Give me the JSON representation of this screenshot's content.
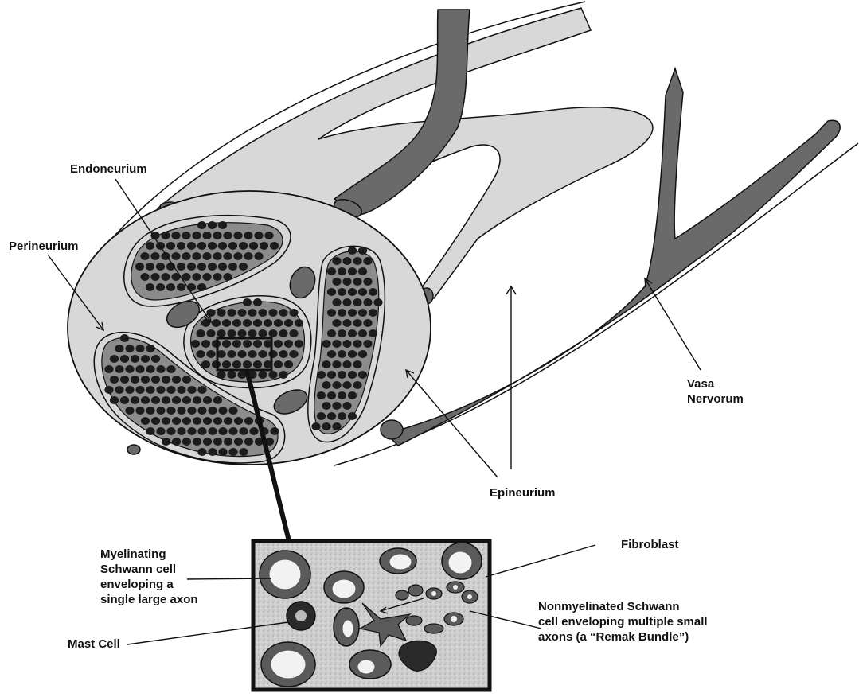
{
  "labels": {
    "endoneurium": "Endoneurium",
    "perineurium": "Perineurium",
    "vasa_nervorum": [
      "Vasa",
      "Nervorum"
    ],
    "epineurium": "Epineurium",
    "fibroblast": "Fibroblast",
    "myelinating": [
      "Myelinating",
      "Schwann cell",
      "enveloping a",
      "single large axon"
    ],
    "mast_cell": "Mast Cell",
    "nonmyelinated": [
      "Nonmyelinated Schwann",
      "cell enveloping multiple small",
      "axons (a “Remak Bundle”)"
    ]
  },
  "colors": {
    "epineurium_fill": "#d8d8d8",
    "fascicle_fill": "#8c8c8c",
    "axon_fill": "#1c1c1c",
    "vessel_fill": "#6a6a6a",
    "inset_fill": "#c9c9c9"
  }
}
